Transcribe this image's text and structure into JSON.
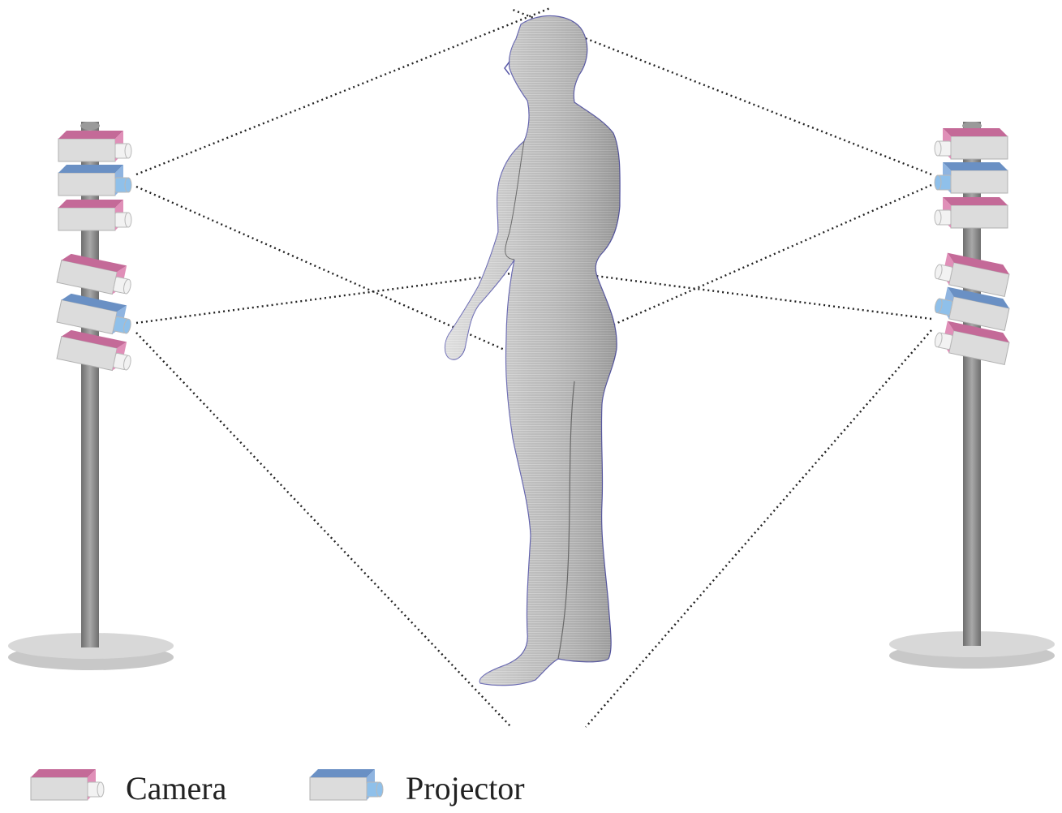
{
  "legend": {
    "camera_label": "Camera",
    "projector_label": "Projector"
  },
  "colors": {
    "camera_top": "#c46a98",
    "camera_side": "#e08fb8",
    "projector_top": "#6a90c4",
    "projector_side": "#8fb4e0",
    "device_body": "#dcdcdc",
    "lens": "#f2f2f2",
    "projector_lens": "#8fc0ea",
    "pole": "#8a8a8a",
    "base": "#d4d4d4",
    "body_fill": "#bdbdbd",
    "scan_lines": "#000000"
  },
  "devices": {
    "left_stand": [
      "camera",
      "projector",
      "camera",
      "camera",
      "projector",
      "camera"
    ],
    "right_stand": [
      "camera",
      "projector",
      "camera",
      "camera",
      "projector",
      "camera"
    ]
  }
}
